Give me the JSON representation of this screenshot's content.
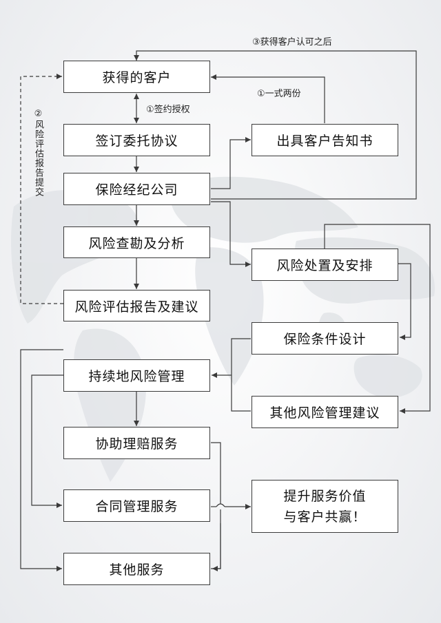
{
  "boxes": {
    "get_client": "获得的客户",
    "sign_agreement": "签订委托协议",
    "broker": "保险经纪公司",
    "survey": "风险查勘及分析",
    "assessment_report": "风险评估报告及建议",
    "continuous_mgmt": "持续地风险管理",
    "claims": "协助理赔服务",
    "contract_mgmt": "合同管理服务",
    "other_services": "其他服务",
    "client_notice": "出具客户告知书",
    "risk_handling": "风险处置及安排",
    "insurance_design": "保险条件设计",
    "other_advice": "其他风险管理建议",
    "value_line1": "提升服务价值",
    "value_line2": "与客户共赢！"
  },
  "labels": {
    "after_approval": "③获得客户认可之后",
    "duplicate": "①一式两份",
    "sign_authorize": "①签约授权",
    "submit_report": "②风险评估报告提交"
  },
  "colors": {
    "line": "#3a3a3a",
    "box_border": "#3a3a3a",
    "map": "#d9dcdf"
  }
}
